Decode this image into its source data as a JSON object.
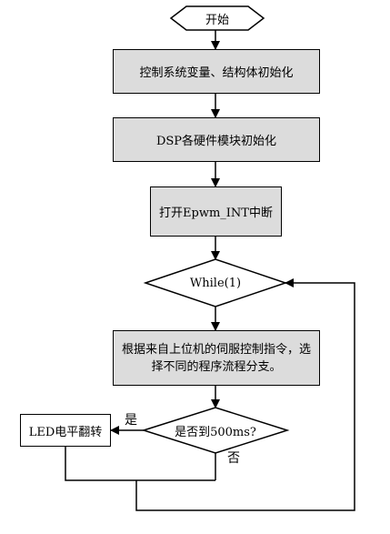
{
  "flowchart": {
    "start": "开始",
    "init_vars": "控制系统变量、结构体初始化",
    "dsp_init": "DSP各硬件模块初始化",
    "open_int": "打开Epwm_INT中断",
    "while_loop": "While(1)",
    "select_branch_line1": "根据来自上位机的伺服控制指令，选",
    "select_branch_line2": "择不同的程序流程分支。",
    "check_500ms": "是否到500ms?",
    "led_toggle": "LED电平翻转",
    "yes_label": "是",
    "no_label": "否"
  }
}
